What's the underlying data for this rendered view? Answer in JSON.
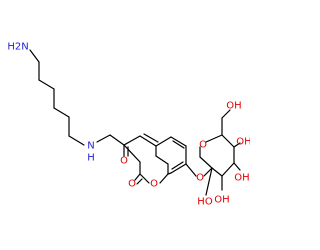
{
  "molecule": {
    "atoms": {
      "amine": "H2N",
      "amide_nitrogen": "N",
      "amide_hydrogen": "H",
      "amide_oxygen": "O",
      "lactone_carbonyl_oxygen": "O",
      "ring_oxygen_coumarin": "O",
      "ether_oxygen": "O",
      "ring_oxygen_sugar": "O",
      "hydroxyl_1": "OH",
      "hydroxyl_2": "OH",
      "hydroxyl_3": "OH",
      "hydroxyl_4": "OH",
      "hydroxyl_5": "HO"
    },
    "colors": {
      "bond": "#000000",
      "nitrogen": "#1f1fd8",
      "oxygen": "#e00000"
    }
  }
}
